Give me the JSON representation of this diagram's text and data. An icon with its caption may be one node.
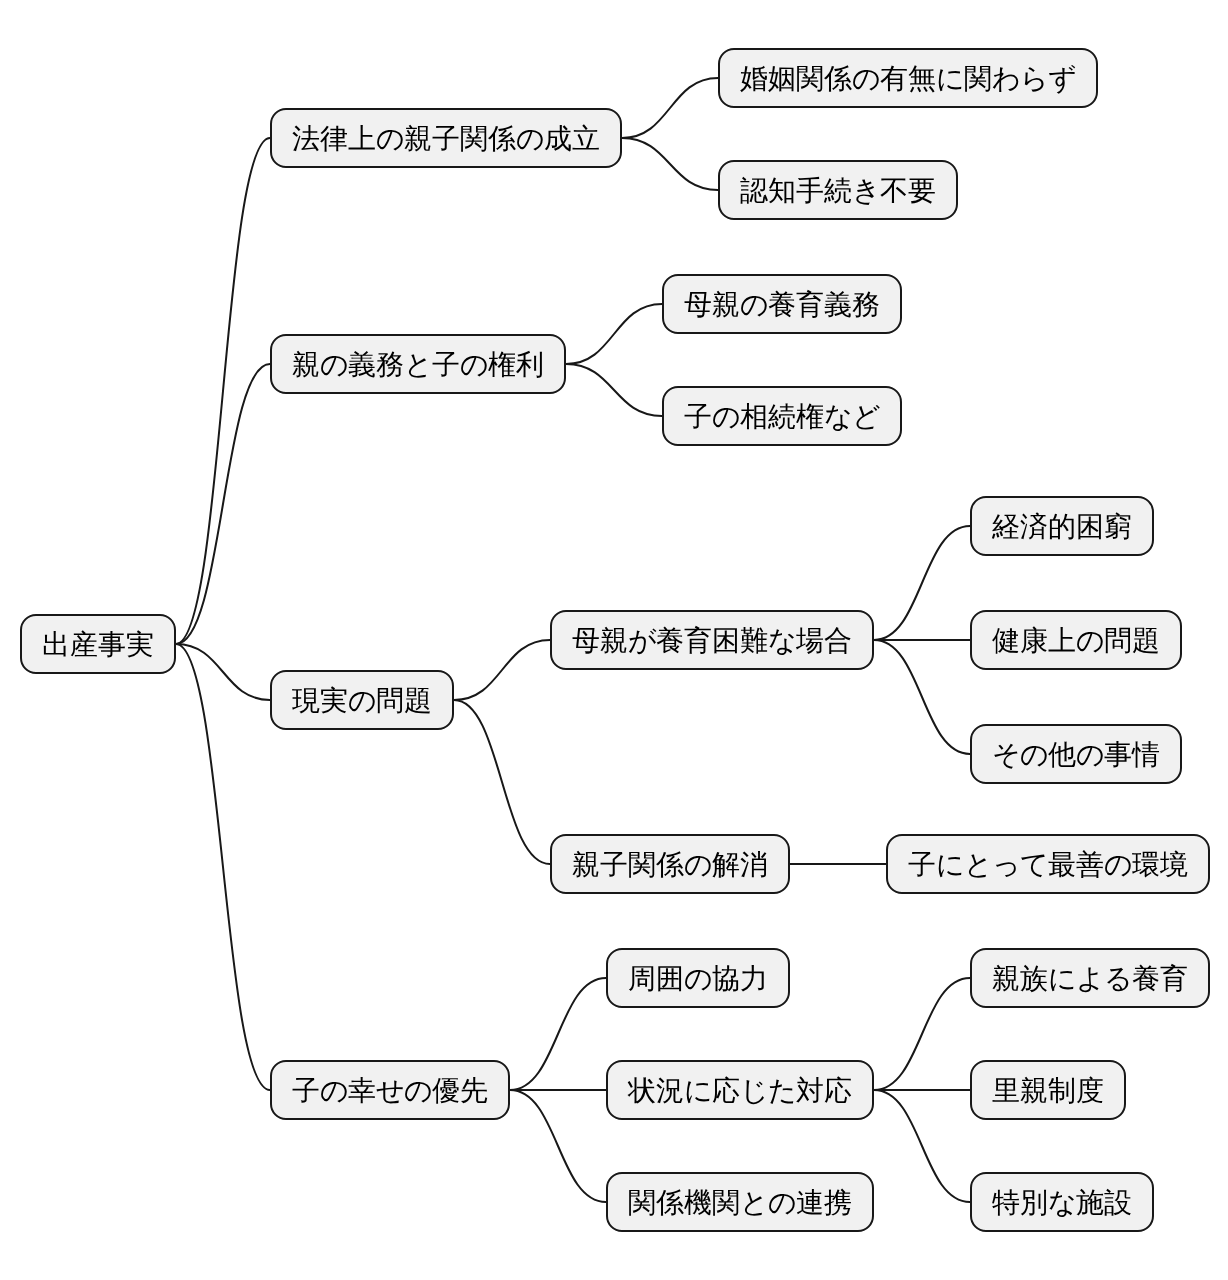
{
  "diagram": {
    "nodes": [
      {
        "text": [
          "出産事実"
        ]
      },
      {
        "text": [
          "法律上の親子関係の成立"
        ]
      },
      {
        "text": [
          "婚姻関係の有無に関わらず"
        ]
      },
      {
        "text": [
          "認知手続き不要"
        ]
      },
      {
        "text": [
          "親の義務と子の権利"
        ]
      },
      {
        "text": [
          "母親の養育義務"
        ]
      },
      {
        "text": [
          "子の相続権など"
        ]
      },
      {
        "text": [
          "現実の問題"
        ]
      },
      {
        "text": [
          "母親が養育困難な場合"
        ]
      },
      {
        "text": [
          "経済的困窮"
        ]
      },
      {
        "text": [
          "健康上の問題"
        ]
      },
      {
        "text": [
          "その他の事情"
        ]
      },
      {
        "text": [
          "親子関係の解消"
        ]
      },
      {
        "text": [
          "子にとって最善の環境"
        ]
      },
      {
        "text": [
          "子の幸せの優先"
        ]
      },
      {
        "text": [
          "周囲の協力"
        ]
      },
      {
        "text": [
          "状況に応じた対応"
        ]
      },
      {
        "text": [
          "関係機関との連携"
        ]
      },
      {
        "text": [
          "親族による養育"
        ]
      },
      {
        "text": [
          "里親制度"
        ]
      },
      {
        "text": [
          "特別な施設"
        ]
      }
    ],
    "edges": [
      {
        "from": 0,
        "to": 1,
        "arrow": "none"
      },
      {
        "from": 1,
        "to": 2,
        "arrow": "none"
      },
      {
        "from": 1,
        "to": 3,
        "arrow": "none"
      },
      {
        "from": 0,
        "to": 4,
        "arrow": "none"
      },
      {
        "from": 4,
        "to": 5,
        "arrow": "none"
      },
      {
        "from": 4,
        "to": 6,
        "arrow": "none"
      },
      {
        "from": 0,
        "to": 7,
        "arrow": "none"
      },
      {
        "from": 7,
        "to": 8,
        "arrow": "none"
      },
      {
        "from": 8,
        "to": 9,
        "arrow": "none"
      },
      {
        "from": 8,
        "to": 10,
        "arrow": "none"
      },
      {
        "from": 8,
        "to": 11,
        "arrow": "none"
      },
      {
        "from": 7,
        "to": 12,
        "arrow": "none"
      },
      {
        "from": 12,
        "to": 13,
        "arrow": "none"
      },
      {
        "from": 0,
        "to": 14,
        "arrow": "none"
      },
      {
        "from": 14,
        "to": 15,
        "arrow": "none"
      },
      {
        "from": 14,
        "to": 16,
        "arrow": "none"
      },
      {
        "from": 14,
        "to": 17,
        "arrow": "none"
      },
      {
        "from": 16,
        "to": 18,
        "arrow": "none"
      },
      {
        "from": 16,
        "to": 19,
        "arrow": "none"
      },
      {
        "from": 16,
        "to": 20,
        "arrow": "none"
      }
    ]
  }
}
